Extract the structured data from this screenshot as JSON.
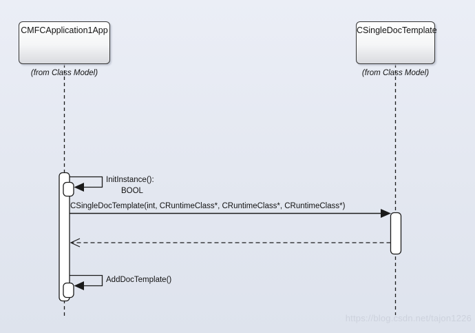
{
  "objects": [
    {
      "name": "CMFCApplication1App",
      "from_label": "(from Class Model)"
    },
    {
      "name": "CSingleDocTemplate",
      "from_label": "(from Class Model)"
    }
  ],
  "messages": [
    {
      "kind": "self-call",
      "label": "InitInstance():",
      "secondary": "BOOL"
    },
    {
      "kind": "call",
      "label": "CSingleDocTemplate(int, CRuntimeClass*, CRuntimeClass*, CRuntimeClass*)"
    },
    {
      "kind": "return",
      "label": ""
    },
    {
      "kind": "self-call",
      "label": "AddDocTemplate()"
    }
  ],
  "watermark": "https://blog.csdn.net/tajon1226",
  "colors": {
    "background_top": "#ebeef6",
    "background_bottom": "#dee3ed",
    "line": "#1a1a1a",
    "box_border": "#343434",
    "box_fill_top": "#ffffff",
    "box_fill_bottom": "#d9dbdf",
    "watermark_text": "#cdd2dd"
  }
}
